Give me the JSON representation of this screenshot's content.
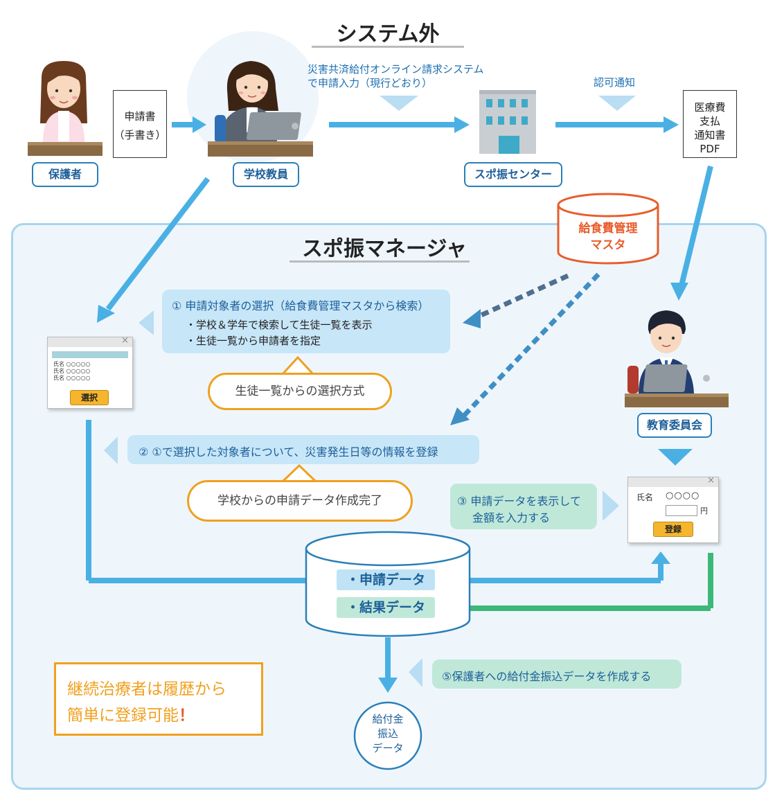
{
  "outside": {
    "title": "システム外"
  },
  "inside": {
    "title": "スポ振マネージャ"
  },
  "actors": {
    "guardian": "保護者",
    "teacher": "学校教員",
    "center": "スポ振センター",
    "board": "教育委員会"
  },
  "docs": {
    "application_line1": "申請書",
    "application_line2": "（手書き）",
    "notice_line1": "医療費",
    "notice_line2": "支払",
    "notice_line3": "通知書",
    "notice_line4": "PDF"
  },
  "flows": {
    "online_line1": "災害共済給付オンライン請求システム",
    "online_line2": "で申請入力（現行どおり）",
    "approval": "認可通知"
  },
  "master_db": {
    "line1": "給食費管理",
    "line2": "マスタ"
  },
  "steps": {
    "step1_title": "①  申請対象者の選択（給食費管理マスタから検索）",
    "step1_item1": "・学校＆学年で検索して生徒一覧を表示",
    "step1_item2": "・生徒一覧から申請者を指定",
    "step2": "②  ①で選択した対象者について、災害発生日等の情報を登録",
    "step3_line1": "③  申請データを表示して",
    "step3_line2": "金額を入力する",
    "step5": "⑤保護者への給付金振込データを作成する"
  },
  "bubbles": {
    "select_method": "生徒一覧からの選択方式",
    "complete": "学校からの申請データ作成完了"
  },
  "window_select": {
    "rows": [
      "氏名  ○○○○○",
      "氏名  ○○○○○",
      "氏名  ○○○○○"
    ],
    "button": "選択"
  },
  "window_register": {
    "name_label": "氏名",
    "name_value": "○○○○",
    "unit": "円",
    "button": "登録"
  },
  "data_db": {
    "item1": "・申請データ",
    "item2": "・結果データ"
  },
  "payment_data": {
    "line1": "給付金",
    "line2": "振込",
    "line3": "データ"
  },
  "highlight": {
    "line1": "継続治療者は履歴から",
    "line2": "簡単に登録可能",
    "mark": "！"
  },
  "colors": {
    "blue_arrow": "#4ab0e4",
    "green_arrow": "#3cb878",
    "orange": "#f0a01e",
    "db_orange": "#e85d2b"
  }
}
